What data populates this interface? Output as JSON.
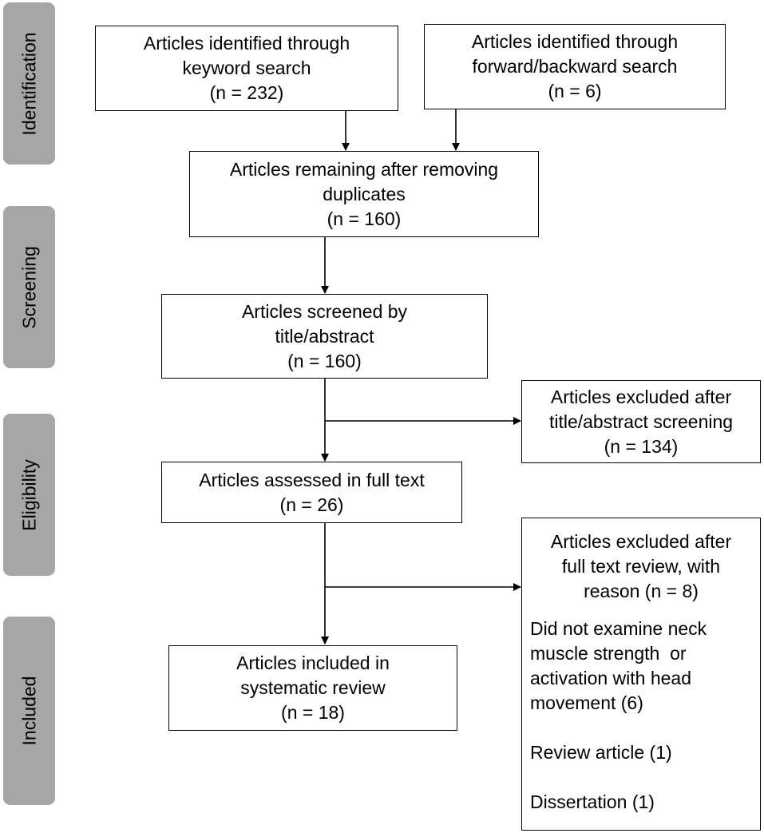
{
  "phases": [
    {
      "id": "identification",
      "label": "Identification"
    },
    {
      "id": "screening",
      "label": "Screening"
    },
    {
      "id": "eligibility",
      "label": "Eligibility"
    },
    {
      "id": "included",
      "label": "Included"
    }
  ],
  "boxes": {
    "keyword": {
      "lines": [
        "Articles identified through",
        "keyword search",
        "(n = 232)"
      ]
    },
    "forward": {
      "lines": [
        "Articles identified through",
        "forward/backward search",
        "(n = 6)"
      ]
    },
    "duplicates": {
      "lines": [
        "Articles remaining after removing",
        "duplicates",
        "(n = 160)"
      ]
    },
    "screened": {
      "lines": [
        "Articles screened by",
        "title/abstract",
        "(n = 160)"
      ]
    },
    "excluded_abstract": {
      "lines": [
        "Articles excluded after",
        "title/abstract screening",
        "(n = 134)"
      ]
    },
    "fulltext": {
      "lines": [
        "Articles assessed in full text",
        "(n = 26)"
      ]
    },
    "excluded_fulltext": {
      "header": [
        "Articles excluded after",
        "full text review, with",
        "reason (n = 8)"
      ],
      "reasons": [
        "Did not examine neck",
        "muscle strength  or",
        "activation with head",
        "movement (6)"
      ],
      "reason2": "Review article (1)",
      "reason3": "Dissertation (1)"
    },
    "included": {
      "lines": [
        "Articles included in",
        "systematic review",
        "(n = 18)"
      ]
    }
  }
}
